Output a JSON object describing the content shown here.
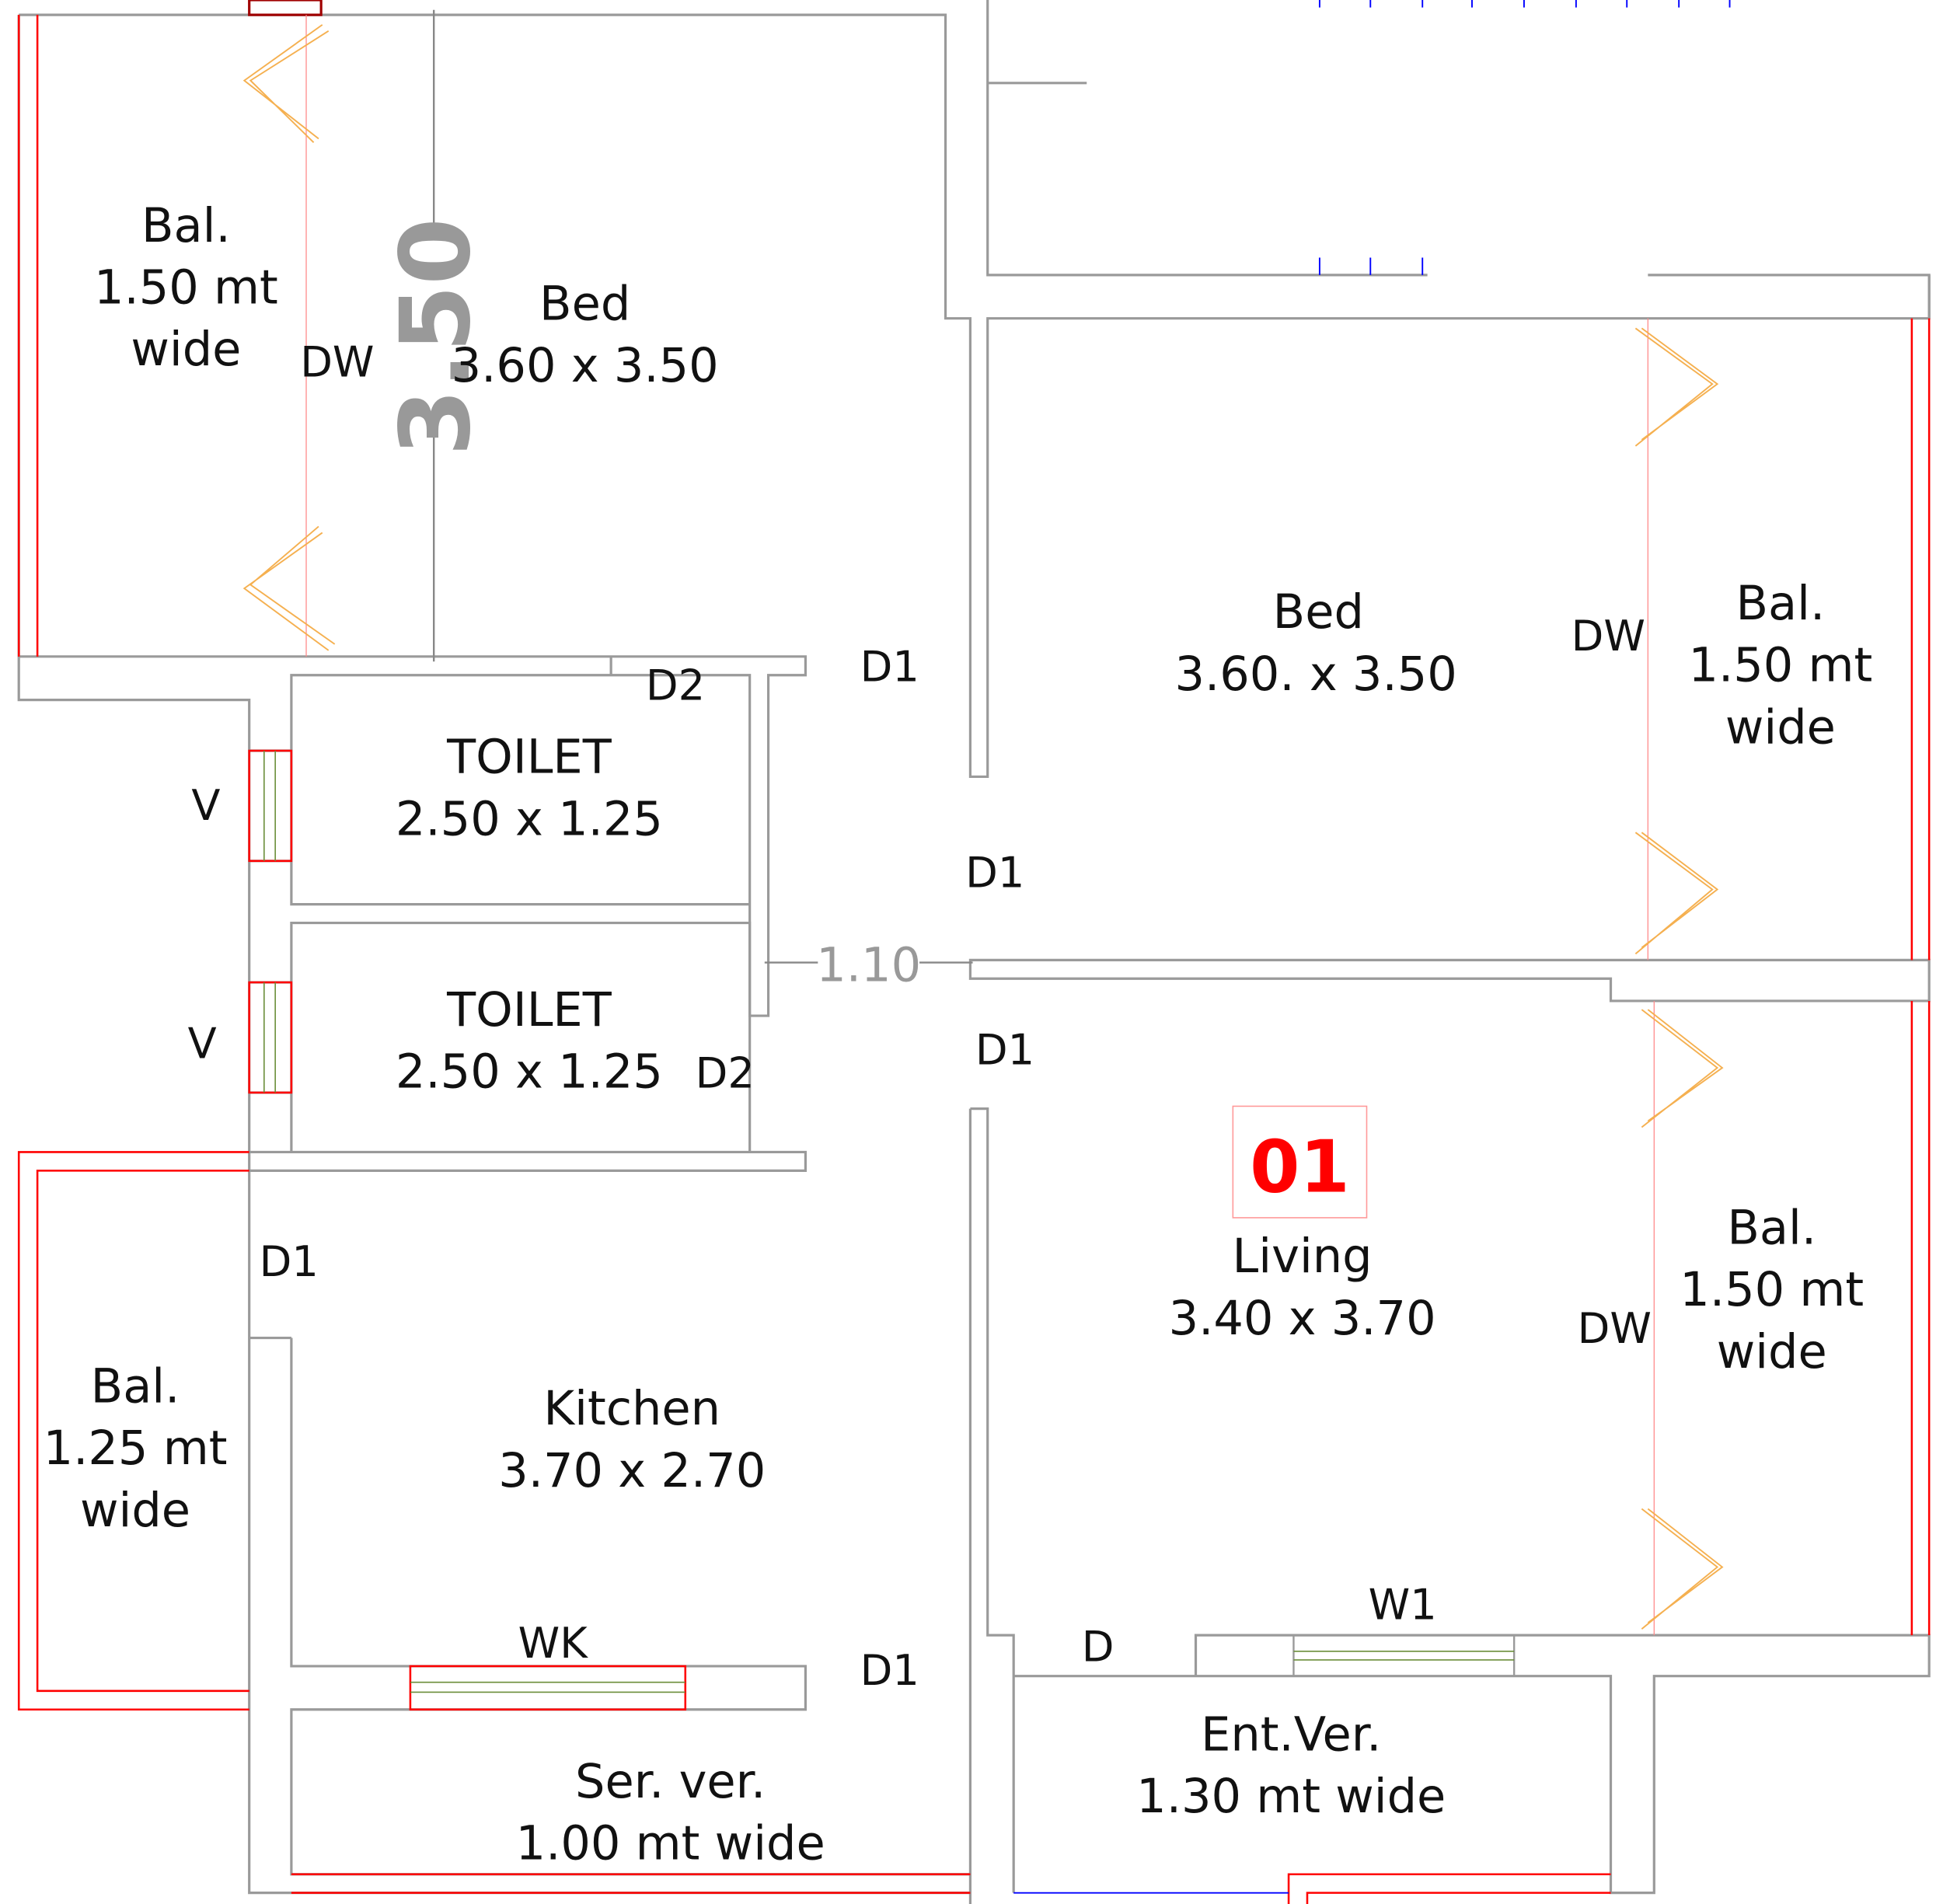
{
  "rooms": {
    "bal_top_left": {
      "l1": "Bal.",
      "l2": "1.50 mt",
      "l3": "wide"
    },
    "bed_left": {
      "name": "Bed",
      "size": "3.60 x 3.50"
    },
    "bed_right": {
      "name": "Bed",
      "size": "3.60. x 3.50"
    },
    "bal_right_top": {
      "l1": "Bal.",
      "l2": "1.50 mt",
      "l3": "wide"
    },
    "toilet_1": {
      "name": "TOILET",
      "size": "2.50 x 1.25"
    },
    "toilet_2": {
      "name": "TOILET",
      "size": "2.50 x 1.25"
    },
    "living": {
      "name": "Living",
      "size": "3.40 x 3.70",
      "unit": "01"
    },
    "bal_right_bottom": {
      "l1": "Bal.",
      "l2": "1.50 mt",
      "l3": "wide"
    },
    "kitchen": {
      "name": "Kitchen",
      "size": "3.70 x 2.70"
    },
    "bal_left_bottom": {
      "l1": "Bal.",
      "l2": "1.25 mt",
      "l3": "wide"
    },
    "ser_ver": {
      "l1": "Ser. ver.",
      "l2": "1.00 mt wide"
    },
    "ent_ver": {
      "l1": "Ent.Ver.",
      "l2": "1.30 mt wide"
    }
  },
  "tags": {
    "dw": "DW",
    "d1": "D1",
    "d2": "D2",
    "v": "V",
    "wk": "WK",
    "w1": "W1",
    "d": "D"
  },
  "dimensions": {
    "vertical": "3.50",
    "passage": "1.10"
  },
  "colors": {
    "wall": "#9a9a9a",
    "balcony": "#ff0000",
    "unit_label": "#ff0000",
    "door": "#f5b050"
  }
}
